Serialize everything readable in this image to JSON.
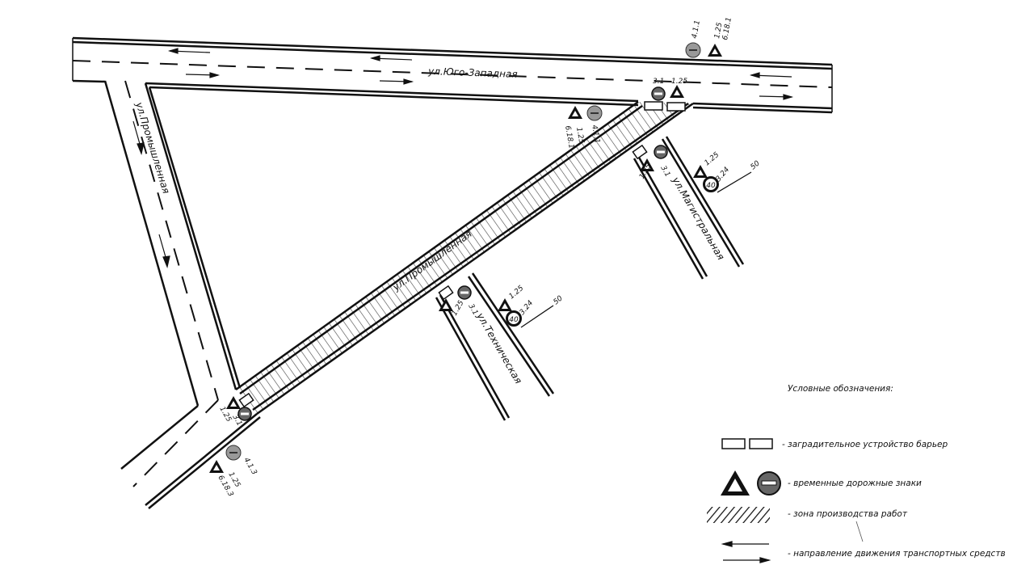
{
  "streets": {
    "yugo_zapadnaya": "ул.Юго-Западная",
    "promyshlennaya_left": "ул.Промышленная",
    "promyshlennaya_diag": "ул.Промышленная",
    "magistralnaya": "ул.Магистральная",
    "tekhnicheskaya": "ул.Техническая"
  },
  "signs": {
    "top_right": [
      "4.1.1",
      "1.25",
      "6.18.1"
    ],
    "top_junction": [
      "3.1",
      "1.25"
    ],
    "top_left_of_junction": [
      "1.25",
      "6.18.1",
      "4.1.1"
    ],
    "magistralnaya_entry": [
      "1.25",
      "3.1"
    ],
    "magistralnaya_side": [
      "1.25",
      "3.24",
      "50"
    ],
    "speed_limit": "40",
    "tekhnicheskaya_entry": [
      "1.25",
      "3.1"
    ],
    "tekhnicheskaya_side": [
      "1.25",
      "3.24",
      "50"
    ],
    "bottom_entry": [
      "1.25",
      "3.1"
    ],
    "bottom_left": [
      "4.1.3",
      "1.25",
      "6.18.3"
    ]
  },
  "legend": {
    "title": "Условные обозначения:",
    "barrier": "- заградительное устройство барьер",
    "signs": "- временные дорожные знаки",
    "work_zone": "- зона производства работ",
    "direction": "- направление движения транспортных средств"
  }
}
